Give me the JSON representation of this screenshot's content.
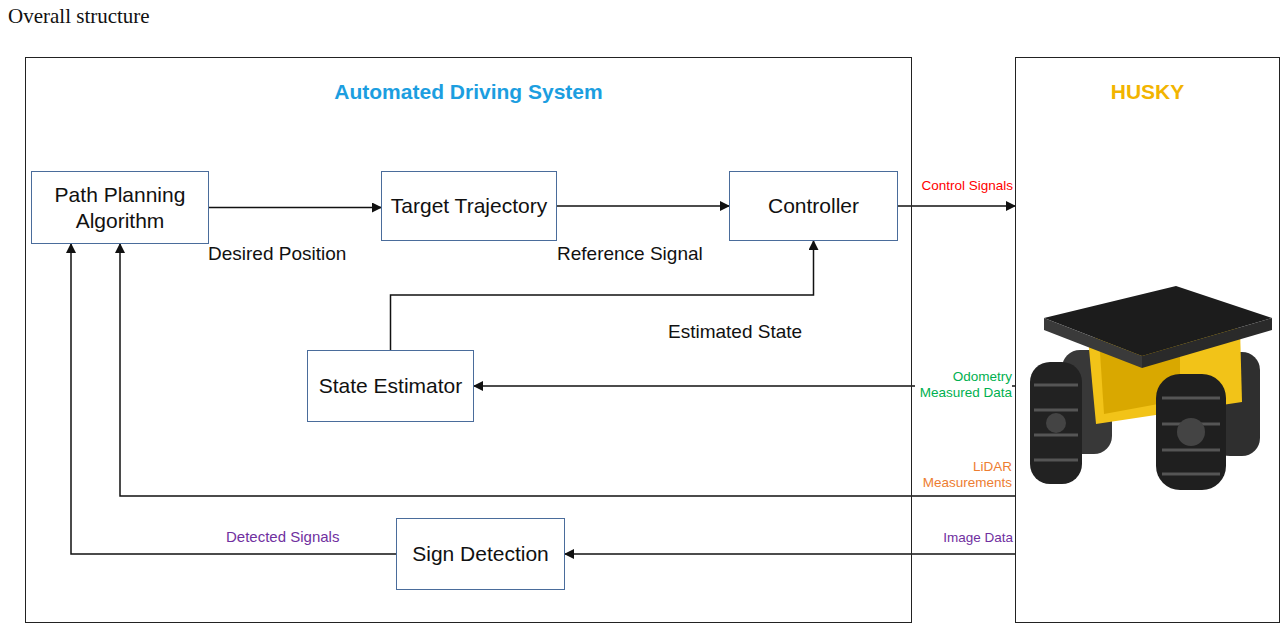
{
  "diagram": {
    "title": "Overall structure",
    "nodes": [
      {
        "text": [
          "Automated Driving System"
        ]
      },
      {
        "text": [
          "Path Planning Algorithm"
        ],
        "in": 0
      },
      {
        "text": [
          "Target Trajectory"
        ],
        "in": 0
      },
      {
        "text": [
          "Controller"
        ],
        "in": 0
      },
      {
        "text": [
          "State Estimator"
        ],
        "in": 0
      },
      {
        "text": [
          "Sign Detection"
        ],
        "in": 0
      },
      {
        "text": [
          "HUSKY"
        ]
      }
    ],
    "edges": [
      {
        "from": 1,
        "to": 2,
        "label": "Desired Position",
        "arrow": "to"
      },
      {
        "from": 2,
        "to": 3,
        "label": "Reference Signal",
        "arrow": "to"
      },
      {
        "from": 4,
        "to": 3,
        "label": "Estimated State",
        "arrow": "to"
      },
      {
        "from": 3,
        "to": 6,
        "label": "Control Signals",
        "arrow": "to"
      },
      {
        "from": 6,
        "to": 4,
        "label": "Odometry Measured Data",
        "arrow": "to"
      },
      {
        "from": 6,
        "to": 1,
        "label": "LiDAR Measurements",
        "arrow": "to"
      },
      {
        "from": 6,
        "to": 5,
        "label": "Image Data",
        "arrow": "to"
      },
      {
        "from": 5,
        "to": 1,
        "label": "Detected Signals",
        "arrow": "to"
      }
    ]
  }
}
